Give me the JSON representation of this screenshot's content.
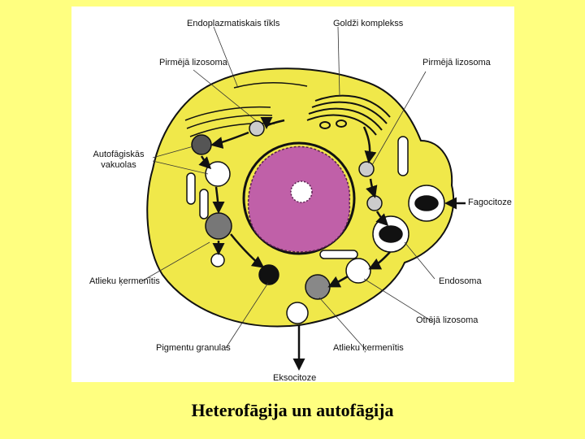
{
  "slide": {
    "title": "Heterofāgija un autofāgija"
  },
  "diagram": {
    "labels": {
      "endoplasmic_reticulum": "Endoplazmatiskais tīkls",
      "golgi_complex": "Goldži komplekss",
      "primary_lysosome_left": "Pirmējā lizosoma",
      "primary_lysosome_right": "Pirmējā lizosoma",
      "autophagic_vacuoles": "Autofāgiskās vakuolas",
      "phagocytosis": "Fagocitoze",
      "residual_body_left": "Atlieku ķermenītis",
      "endosome": "Endosoma",
      "secondary_lysosome": "Otrējā lizosoma",
      "pigment_granules": "Pigmentu granulas",
      "residual_body_bottom": "Atlieku ķermenītis",
      "exocytosis": "Eksocitoze"
    },
    "colors": {
      "background": "#ffff80",
      "cytoplasm": "#f0e84a",
      "nucleus": "#c060a8",
      "outline": "#111111"
    }
  }
}
